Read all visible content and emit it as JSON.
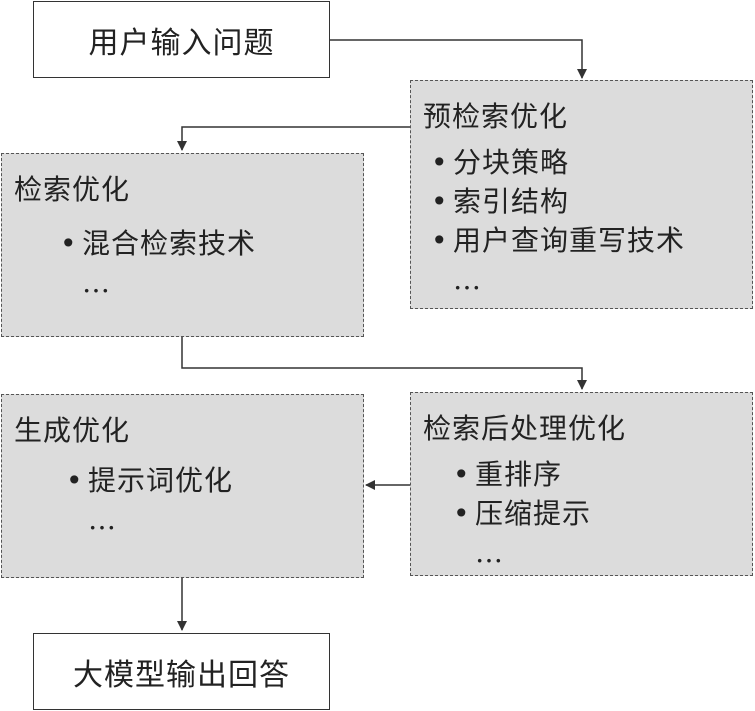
{
  "nodes": {
    "user_input": {
      "label": "用户输入问题"
    },
    "pre_retrieval": {
      "title": "预检索优化",
      "items": [
        "分块策略",
        "索引结构",
        "用户查询重写技术",
        "…"
      ]
    },
    "retrieval": {
      "title": "检索优化",
      "items": [
        "混合检索技术",
        "…"
      ]
    },
    "post_retrieval": {
      "title": "检索后处理优化",
      "items": [
        "重排序",
        "压缩提示",
        "…"
      ]
    },
    "generation": {
      "title": "生成优化",
      "items": [
        "提示词优化",
        "…"
      ]
    },
    "output": {
      "label": "大模型输出回答"
    }
  },
  "bullet_glyph": "•"
}
